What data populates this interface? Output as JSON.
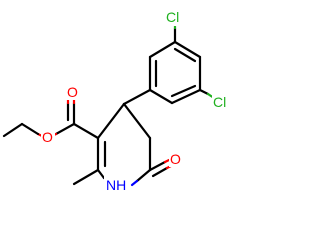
{
  "colors": {
    "background": "#ffffff",
    "carbon_bond": "#000000",
    "chlorine": "#1fb01f",
    "oxygen": "#ff0000",
    "nitrogen": "#0000ff"
  },
  "atoms": {
    "cl_top": "Cl",
    "cl_right": "Cl",
    "o_ester_carbonyl": "O",
    "o_ester_ether": "O",
    "o_lactam": "O",
    "nh": "NH"
  }
}
